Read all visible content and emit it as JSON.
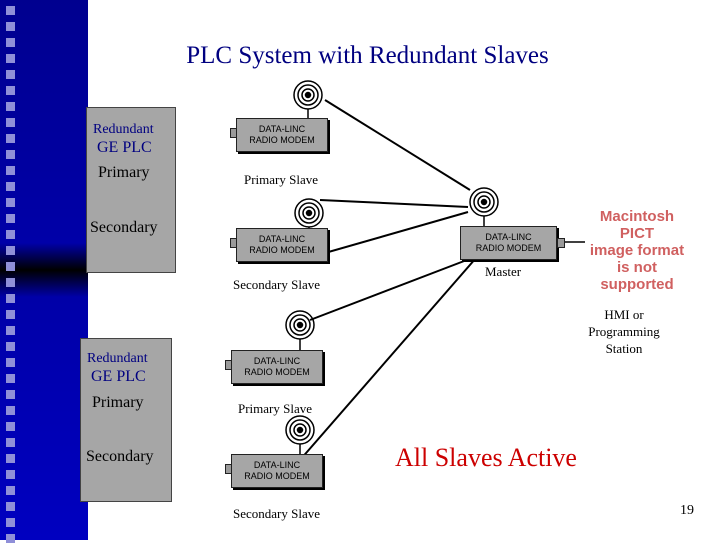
{
  "title": "PLC System with Redundant Slaves",
  "plc_top": {
    "redundant": "Redundant",
    "ge_plc": "GE PLC",
    "primary": "Primary",
    "secondary": "Secondary"
  },
  "plc_bottom": {
    "redundant": "Redundant",
    "ge_plc": "GE PLC",
    "primary": "Primary",
    "secondary": "Secondary"
  },
  "modem_text": {
    "line1": "DATA-LINC",
    "line2": "RADIO MODEM"
  },
  "labels": {
    "primary_slave_1": "Primary Slave",
    "secondary_slave_1": "Secondary Slave",
    "primary_slave_2": "Primary Slave",
    "secondary_slave_2": "Secondary Slave",
    "master": "Master",
    "hmi": "HMI or\nProgramming\nStation"
  },
  "status": "All Slaves Active",
  "placeholder_image": "Macintosh PICT\nimage format\nis not supported",
  "page_number": "19"
}
